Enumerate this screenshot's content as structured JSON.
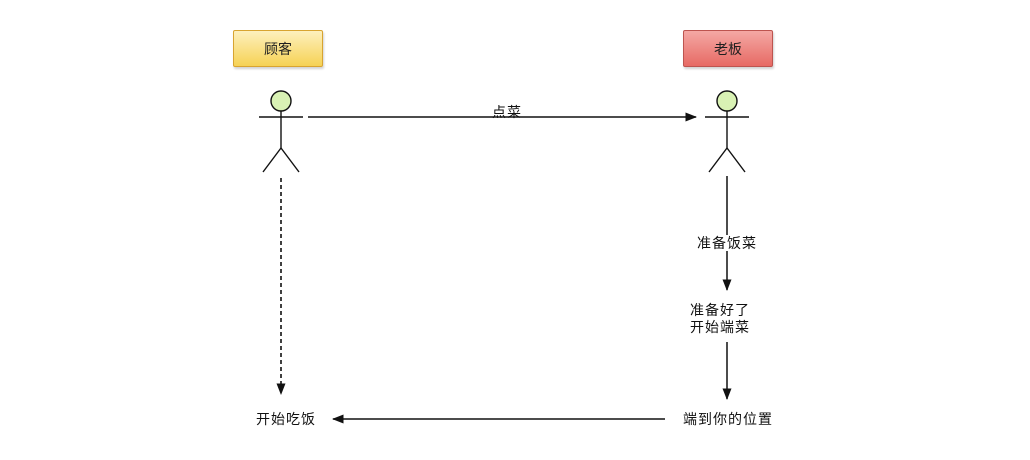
{
  "diagram": {
    "title_hint": "restaurant ordering sequence diagram",
    "background": "#ffffff",
    "line_color": "#111111",
    "figure_head_fill": "#d9f2b4",
    "actors": [
      {
        "label": "顾客",
        "fill_top": "#fdf0bd",
        "fill_bottom": "#f6d254",
        "border": "#d8a430"
      },
      {
        "label": "老板",
        "fill_top": "#f4a8a4",
        "fill_bottom": "#e76a64",
        "border": "#bd544f"
      }
    ],
    "edges": {
      "order_label": "点菜",
      "prepare_label": "准备饭菜",
      "ready_line1": "准备好了",
      "ready_line2": "开始端菜",
      "serve_label": "端到你的位置",
      "eat_label": "开始吃饭"
    }
  }
}
